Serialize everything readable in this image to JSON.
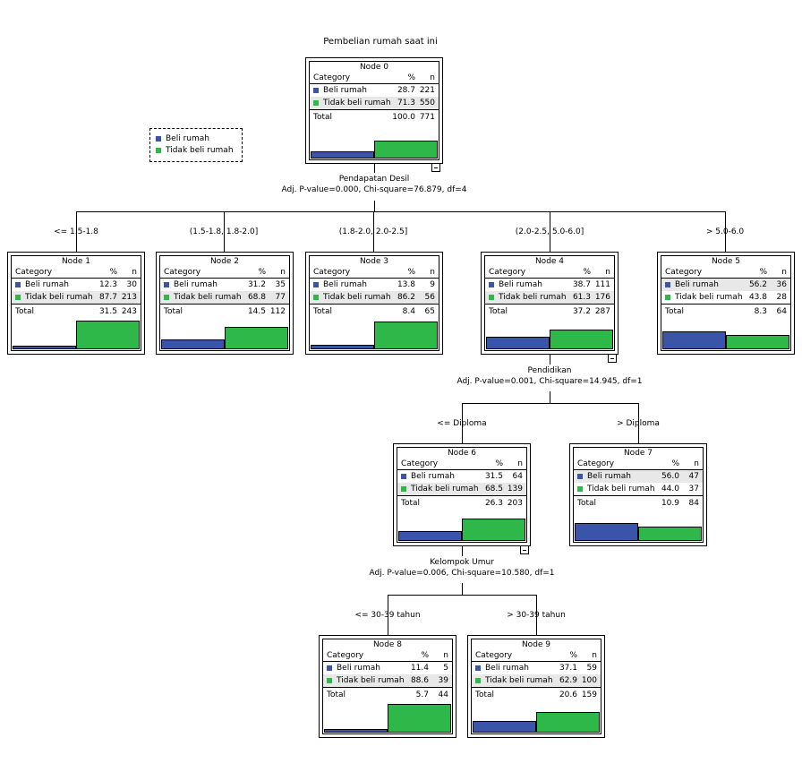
{
  "title": "Pembelian rumah saat ini",
  "colors": {
    "beli": "#3a55a8",
    "tidak": "#2fb84a"
  },
  "legend": [
    {
      "label": "Beli rumah",
      "color": "#3a55a8"
    },
    {
      "label": "Tidak beli rumah",
      "color": "#2fb84a"
    }
  ],
  "table_headers": {
    "category": "Category",
    "pct": "%",
    "n": "n",
    "total": "Total"
  },
  "splits": [
    {
      "variable": "Pendapatan Desil",
      "stats": "Adj. P-value=0.000, Chi-square=76.879, df=4"
    },
    {
      "variable": "Pendidikan",
      "stats": "Adj. P-value=0.001, Chi-square=14.945, df=1"
    },
    {
      "variable": "Kelompok Umur",
      "stats": "Adj. P-value=0.006, Chi-square=10.580, df=1"
    }
  ],
  "branches": [
    "<= 1.5-1.8",
    "(1.5-1.8, 1.8-2.0]",
    "(1.8-2.0, 2.0-2.5]",
    "(2.0-2.5, 5.0-6.0]",
    "> 5.0-6.0",
    "<= Diploma",
    "> Diploma",
    "<= 30-39 tahun",
    "> 30-39 tahun"
  ],
  "nodes": [
    {
      "name": "Node 0",
      "beli_pct": "28.7",
      "beli_n": "221",
      "tidak_pct": "71.3",
      "tidak_n": "550",
      "total_pct": "100.0",
      "total_n": "771",
      "highlight": "tidak"
    },
    {
      "name": "Node 1",
      "beli_pct": "12.3",
      "beli_n": "30",
      "tidak_pct": "87.7",
      "tidak_n": "213",
      "total_pct": "31.5",
      "total_n": "243",
      "highlight": "tidak"
    },
    {
      "name": "Node 2",
      "beli_pct": "31.2",
      "beli_n": "35",
      "tidak_pct": "68.8",
      "tidak_n": "77",
      "total_pct": "14.5",
      "total_n": "112",
      "highlight": "tidak"
    },
    {
      "name": "Node 3",
      "beli_pct": "13.8",
      "beli_n": "9",
      "tidak_pct": "86.2",
      "tidak_n": "56",
      "total_pct": "8.4",
      "total_n": "65",
      "highlight": "tidak"
    },
    {
      "name": "Node 4",
      "beli_pct": "38.7",
      "beli_n": "111",
      "tidak_pct": "61.3",
      "tidak_n": "176",
      "total_pct": "37.2",
      "total_n": "287",
      "highlight": "tidak"
    },
    {
      "name": "Node 5",
      "beli_pct": "56.2",
      "beli_n": "36",
      "tidak_pct": "43.8",
      "tidak_n": "28",
      "total_pct": "8.3",
      "total_n": "64",
      "highlight": "beli"
    },
    {
      "name": "Node 6",
      "beli_pct": "31.5",
      "beli_n": "64",
      "tidak_pct": "68.5",
      "tidak_n": "139",
      "total_pct": "26.3",
      "total_n": "203",
      "highlight": "tidak"
    },
    {
      "name": "Node 7",
      "beli_pct": "56.0",
      "beli_n": "47",
      "tidak_pct": "44.0",
      "tidak_n": "37",
      "total_pct": "10.9",
      "total_n": "84",
      "highlight": "beli"
    },
    {
      "name": "Node 8",
      "beli_pct": "11.4",
      "beli_n": "5",
      "tidak_pct": "88.6",
      "tidak_n": "39",
      "total_pct": "5.7",
      "total_n": "44",
      "highlight": "tidak"
    },
    {
      "name": "Node 9",
      "beli_pct": "37.1",
      "beli_n": "59",
      "tidak_pct": "62.9",
      "tidak_n": "100",
      "total_pct": "20.6",
      "total_n": "159",
      "highlight": "tidak"
    }
  ]
}
